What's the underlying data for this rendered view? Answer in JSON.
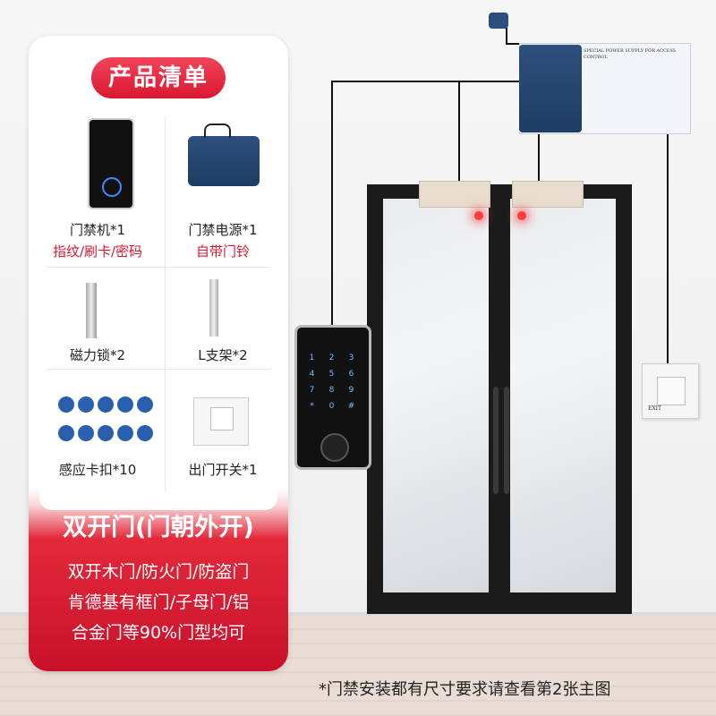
{
  "panel": {
    "title": "产品清单",
    "items": [
      {
        "name": "门禁机*1",
        "sub": "指纹/刷卡/密码"
      },
      {
        "name": "门禁电源*1",
        "sub": "自带门铃"
      },
      {
        "name": "磁力锁*2",
        "sub": ""
      },
      {
        "name": "L支架*2",
        "sub": ""
      },
      {
        "name": "感应卡扣*10",
        "sub": ""
      },
      {
        "name": "出门开关*1",
        "sub": ""
      }
    ],
    "door_type": "双开门(门朝外开)",
    "desc_lines": [
      "双开木门/防火门/防盗门",
      "肯德基有框门/子母门/铝",
      "合金门等90%门型均可"
    ]
  },
  "footnote": "*门禁安装都有尺寸要求请查看第2张主图",
  "psu_label": {
    "line1": "SPECIAL POWER SUPPLY FOR ACCESS CONTROL",
    "line2": "EXIT"
  },
  "colors": {
    "accent": "#d81830",
    "psu_blue": "#1f3d63"
  }
}
